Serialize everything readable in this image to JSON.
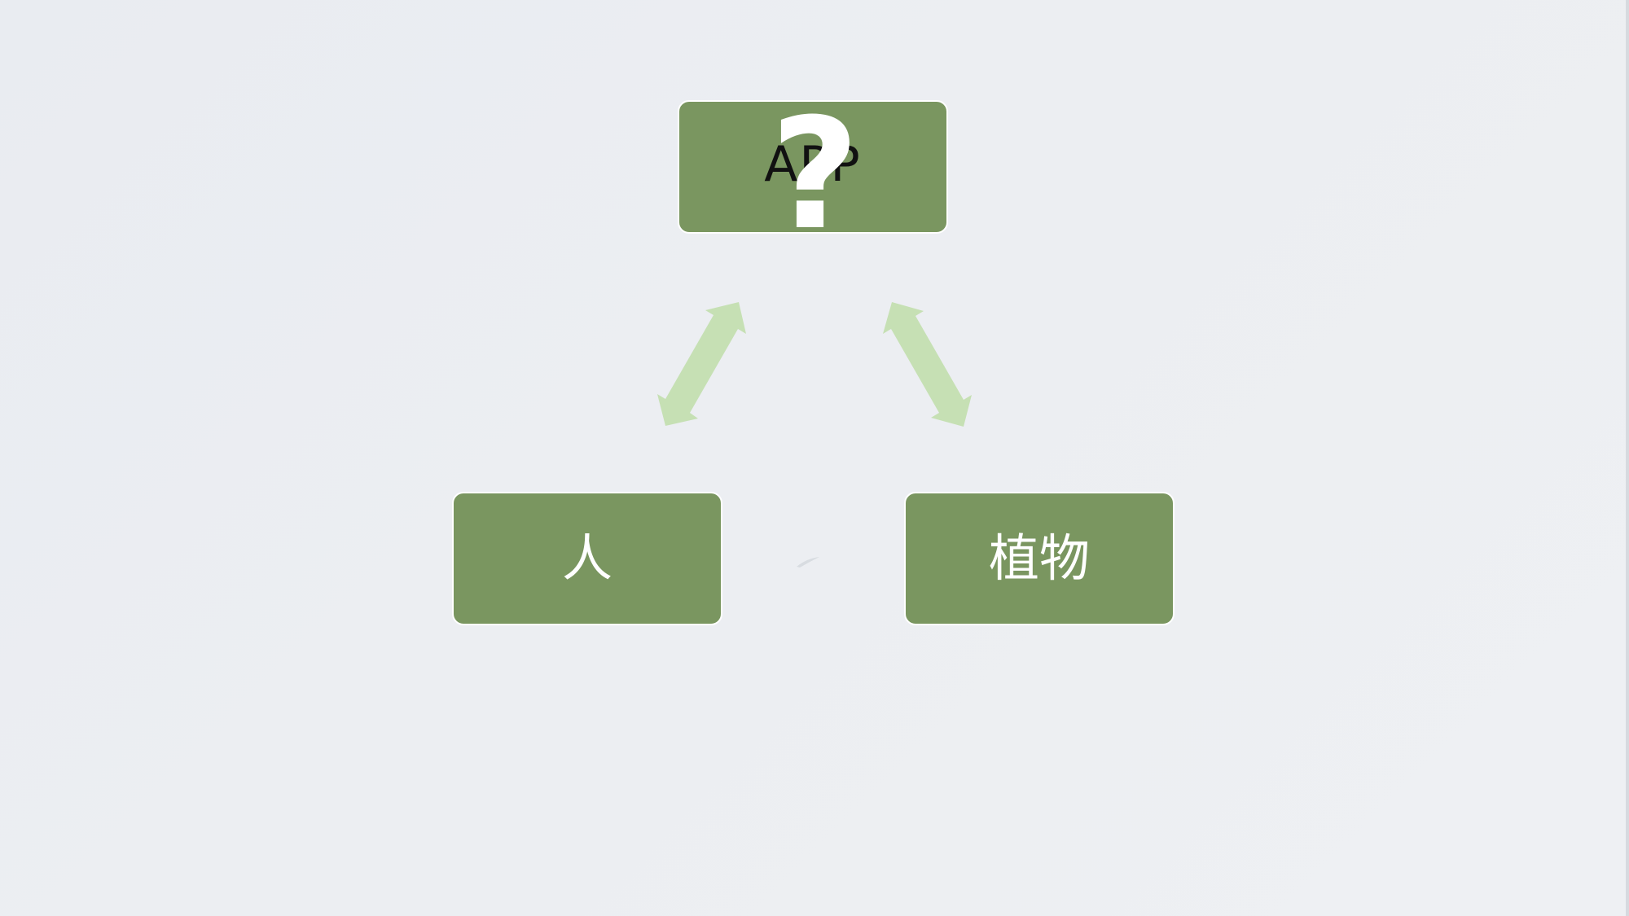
{
  "nodes": {
    "app": {
      "label": "APP",
      "overlay": "?"
    },
    "person": {
      "label": "人"
    },
    "plant": {
      "label": "植物"
    }
  },
  "colors": {
    "node_fill": "#7a9660",
    "node_border": "#ffffff",
    "arrow": "#c6e0b4",
    "background": "#eceef2"
  }
}
